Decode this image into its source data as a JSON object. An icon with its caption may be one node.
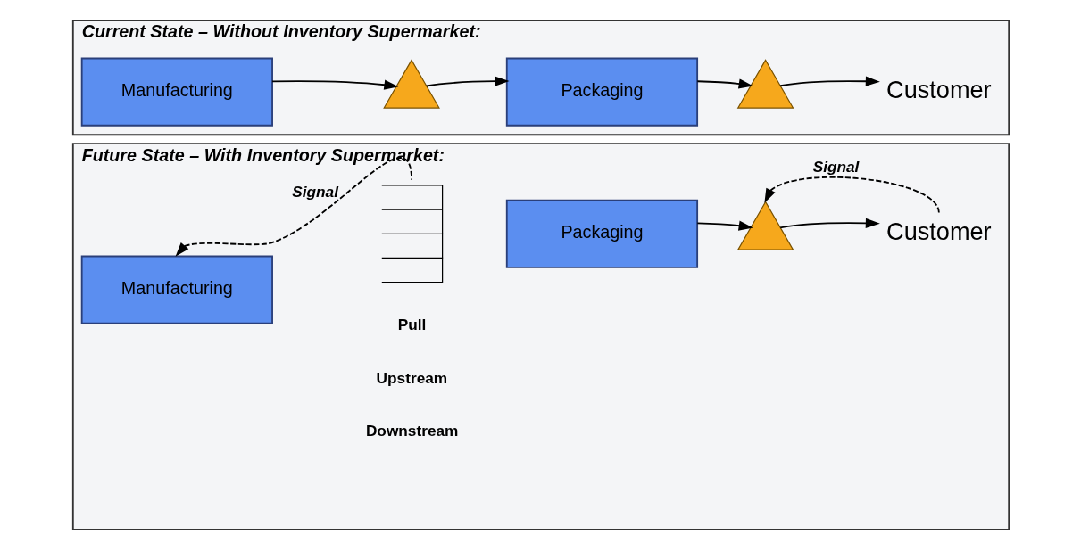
{
  "diagram": {
    "nodes": [
      {
        "text": [
          "Current State – Without Inventory Supermarket:"
        ]
      },
      {
        "text": [
          "Manufacturing"
        ],
        "in": 0
      },
      {
        "text": [],
        "shape": "triangle",
        "in": 0
      },
      {
        "text": [
          "Packaging"
        ],
        "in": 0
      },
      {
        "text": [],
        "shape": "triangle",
        "in": 0
      },
      {
        "text": [
          "Customer"
        ],
        "in": 0
      },
      {
        "text": [
          "Future State – With Inventory Supermarket:"
        ]
      },
      {
        "text": [
          "Manufacturing"
        ],
        "in": 6
      },
      {
        "text": [],
        "shape": "shelf",
        "in": 6
      },
      {
        "text": [
          "Packaging"
        ],
        "in": 6
      },
      {
        "text": [],
        "shape": "triangle",
        "in": 6
      },
      {
        "text": [
          "Customer"
        ],
        "in": 6
      }
    ],
    "edges": [
      {
        "from": 1,
        "to": 2,
        "arrow": "to"
      },
      {
        "from": 2,
        "to": 3,
        "arrow": "to"
      },
      {
        "from": 3,
        "to": 4,
        "arrow": "to"
      },
      {
        "from": 4,
        "to": 5,
        "arrow": "to"
      },
      {
        "from": 8,
        "to": 7,
        "arrow": "to",
        "style": "dashed",
        "label": "Signal"
      },
      {
        "from": 9,
        "to": 10,
        "arrow": "to"
      },
      {
        "from": 10,
        "to": 11,
        "arrow": "to"
      },
      {
        "from": 11,
        "to": 10,
        "arrow": "to",
        "style": "dashed",
        "label": "Signal"
      }
    ],
    "labels": [
      "Pull",
      "Upstream",
      "Downstream"
    ]
  }
}
